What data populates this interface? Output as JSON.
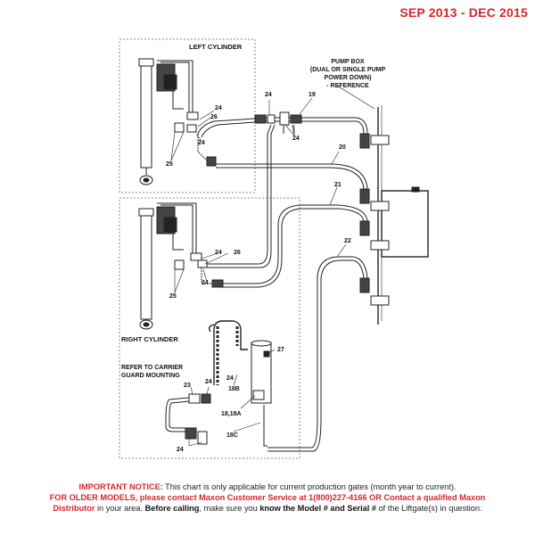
{
  "header": {
    "date_range": "SEP 2013 - DEC 2015"
  },
  "labels": {
    "left_cylinder": "LEFT CYLINDER",
    "right_cylinder": "RIGHT CYLINDER",
    "pump_box_line1": "PUMP BOX",
    "pump_box_line2": "(DUAL OR SINGLE PUMP",
    "pump_box_line3": "POWER DOWN)",
    "pump_box_line4": "- REFERENCE",
    "refer_line1": "REFER TO CARRIER",
    "refer_line2": "GUARD MOUNTING"
  },
  "callouts": {
    "c19": "19",
    "c20": "20",
    "c21": "21",
    "c22": "22",
    "c23": "23",
    "c24": "24",
    "c25": "25",
    "c26": "26",
    "c27": "27",
    "c18b": "18B",
    "c18_18a": "18,18A",
    "c18c": "18C"
  },
  "notice": {
    "important_label": "IMPORTANT NOTICE:",
    "line1_rest": " This chart is only applicable for current production gates (month year to current).",
    "older_models": "FOR OLDER MODELS, please contact Maxon Customer Service at 1(800)227-4166 OR Contact a qualified Maxon",
    "distributor": "Distributor",
    "in_area": " in your area. ",
    "before_calling": "Before calling",
    "make_sure": ", make sure you ",
    "know_model": "know the Model # and Serial #",
    "of_liftgate": " of the Liftgate(s) in question."
  },
  "colors": {
    "notice_red": "#d8262b",
    "line": "#222222"
  }
}
